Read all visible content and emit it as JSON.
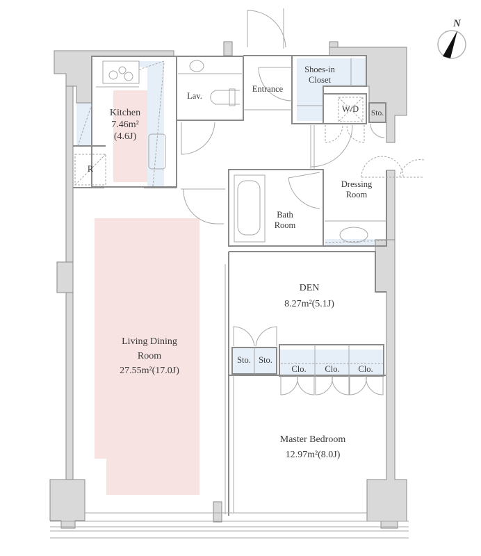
{
  "colors": {
    "wall": "#d9d9d9",
    "wall_line": "#8a8a8a",
    "ldk_highlight": "#f8e3e3",
    "storage_fill": "#e6eef8",
    "line": "#a0a0a0",
    "text": "#3b3b3b"
  },
  "compass": {
    "label": "N",
    "icon": "north-arrow-icon"
  },
  "rooms": {
    "kitchen": {
      "name": "Kitchen",
      "area": "7.46m²",
      "jo": "(4.6J)"
    },
    "refrigerator": {
      "name": "R"
    },
    "lavatory": {
      "name": "Lav."
    },
    "entrance": {
      "name": "Entrance"
    },
    "shoes_closet": {
      "line1": "Shoes-in",
      "line2": "Closet"
    },
    "washer_dryer": {
      "name": "W/D"
    },
    "storage_entry": {
      "name": "Sto."
    },
    "dressing": {
      "line1": "Dressing",
      "line2": "Room"
    },
    "bath": {
      "line1": "Bath",
      "line2": "Room"
    },
    "den": {
      "name": "DEN",
      "area": "8.27m²(5.1J)"
    },
    "living_dining": {
      "line1": "Living Dining",
      "line2": "Room",
      "area": "27.55m²(17.0J)"
    },
    "storage_1": {
      "name": "Sto."
    },
    "storage_2": {
      "name": "Sto."
    },
    "closet_1": {
      "name": "Clo."
    },
    "closet_2": {
      "name": "Clo."
    },
    "closet_3": {
      "name": "Clo."
    },
    "master_bedroom": {
      "name": "Master Bedroom",
      "area": "12.97m²(8.0J)"
    }
  }
}
